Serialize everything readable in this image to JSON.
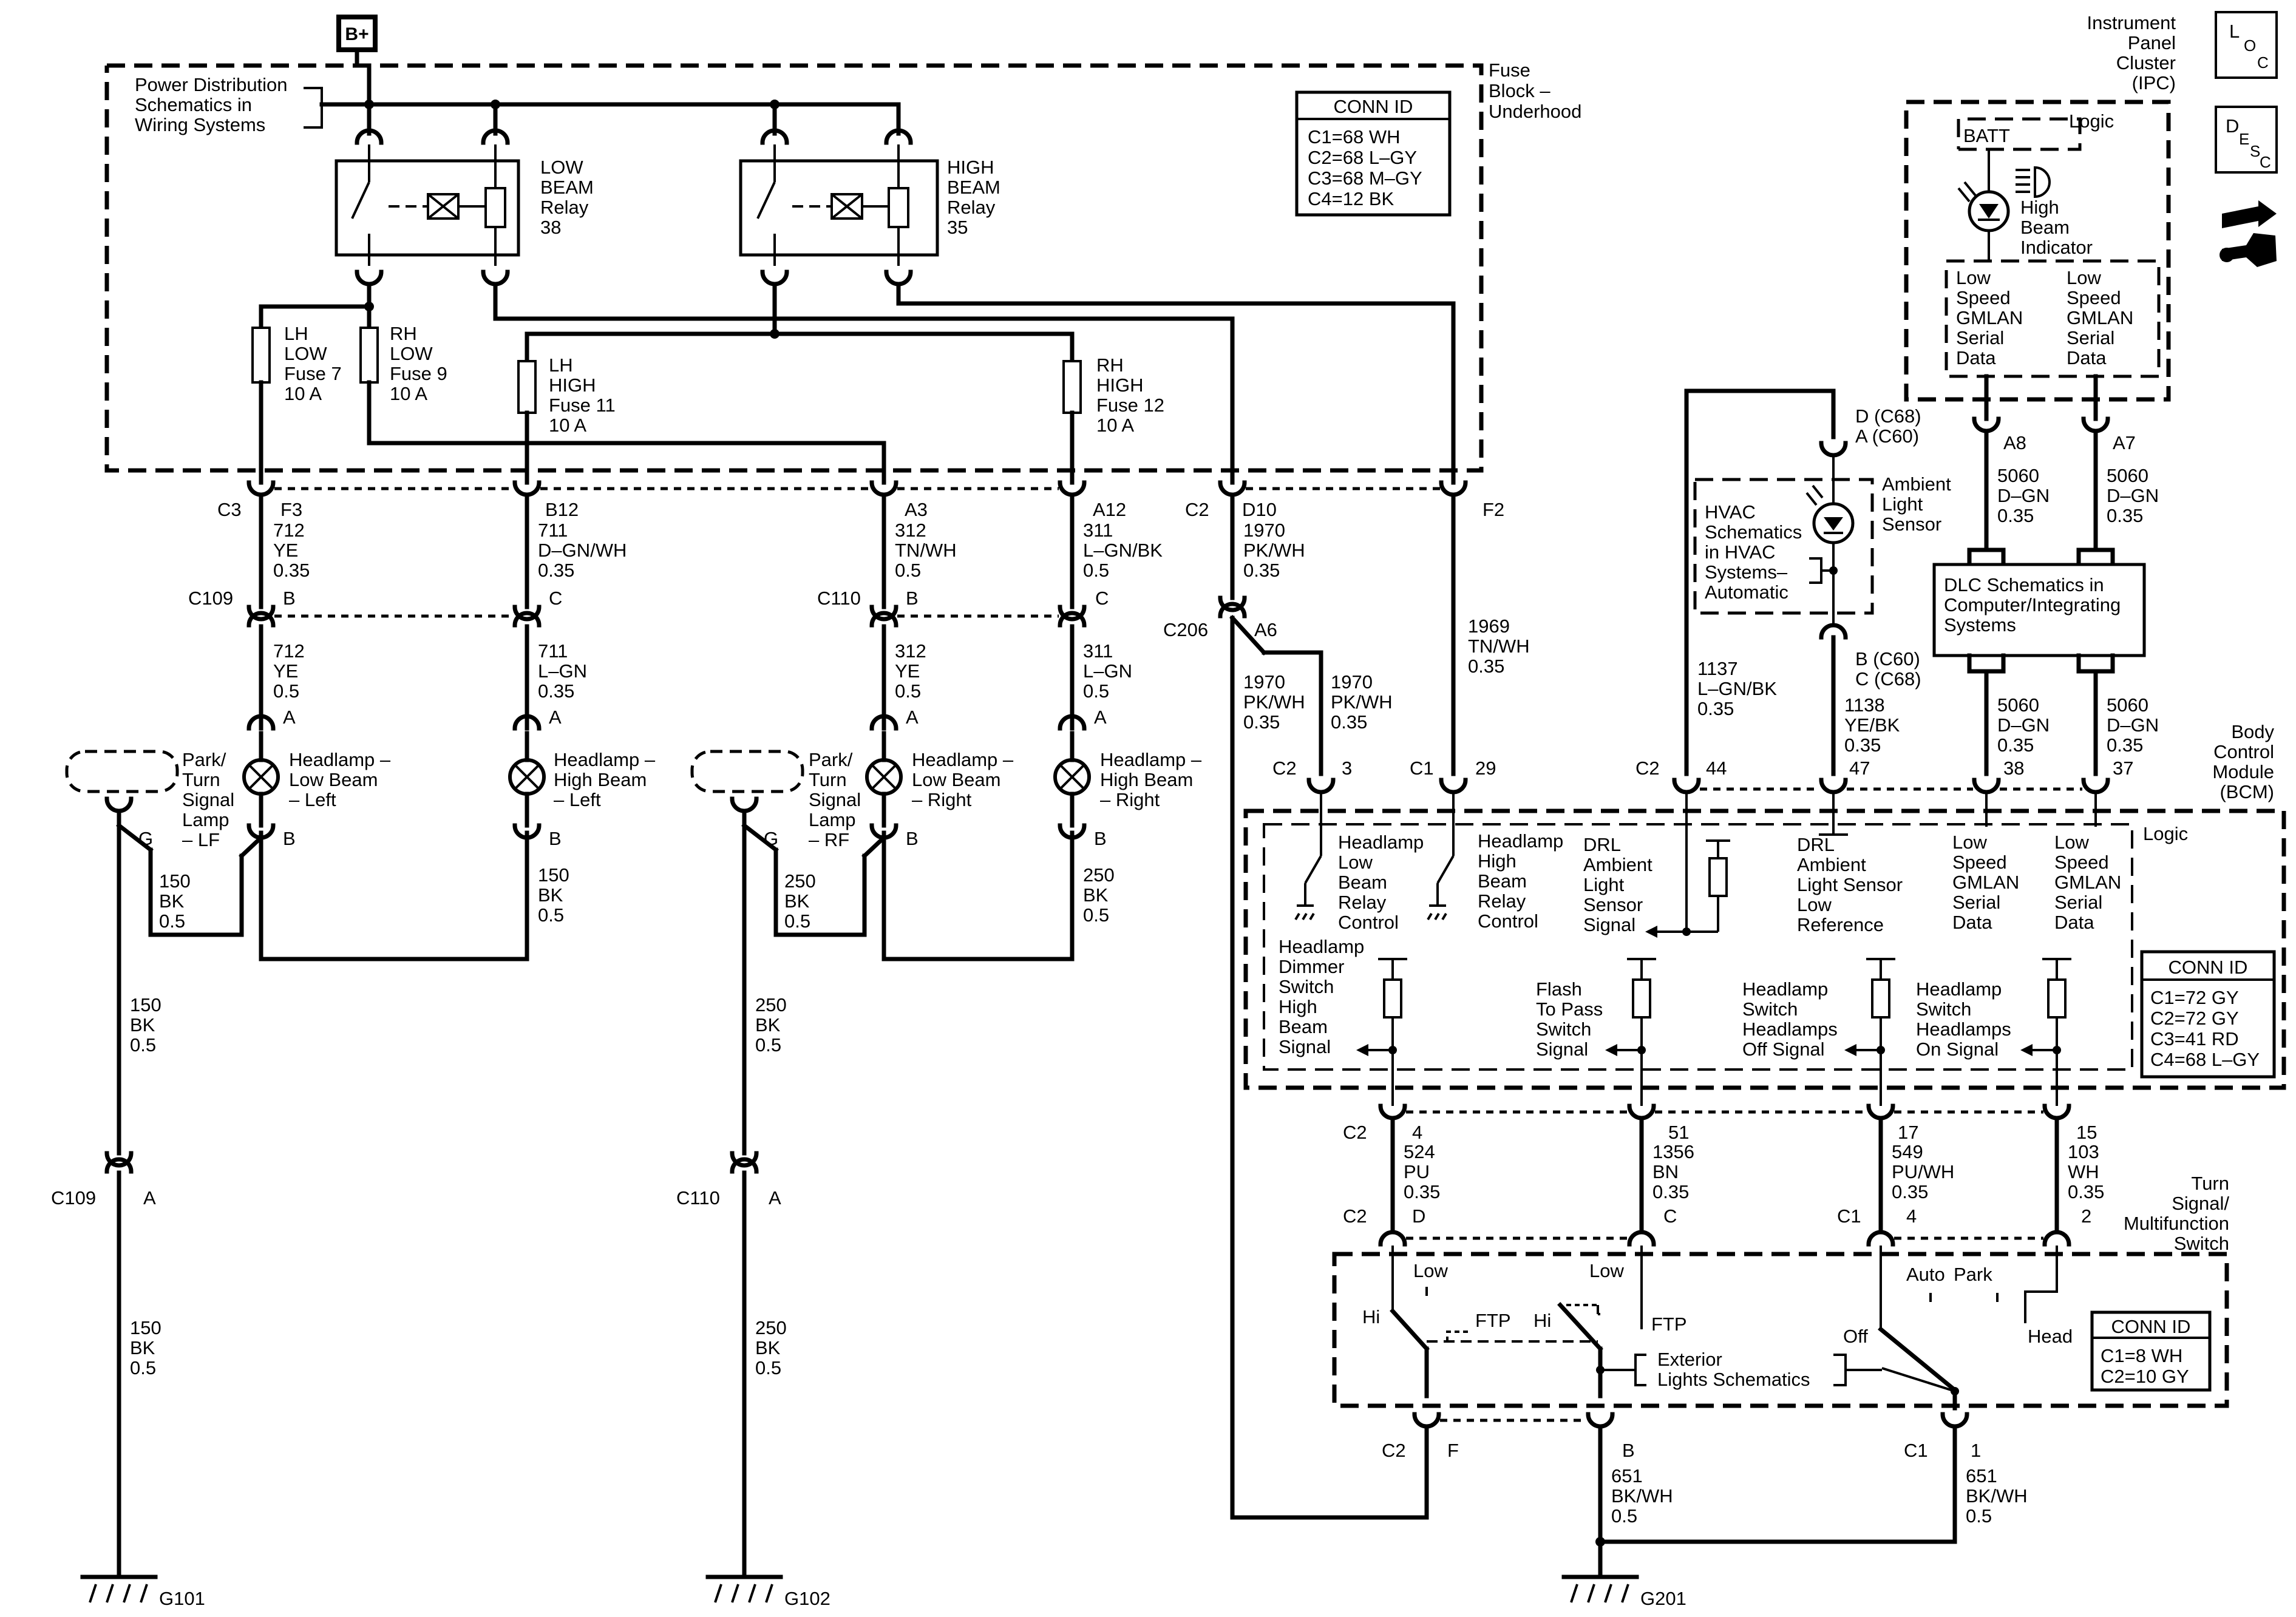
{
  "top": {
    "b_plus": "B+",
    "power_dist": [
      "Power Distribution",
      "Schematics in",
      "Wiring Systems"
    ],
    "fuse_block": [
      "Fuse",
      "Block –",
      "Underhood"
    ]
  },
  "relays": {
    "low": [
      "LOW",
      "BEAM",
      "Relay",
      "38"
    ],
    "high": [
      "HIGH",
      "BEAM",
      "Relay",
      "35"
    ]
  },
  "fuses": {
    "f7": [
      "LH",
      "LOW",
      "Fuse 7",
      "10 A"
    ],
    "f9": [
      "RH",
      "LOW",
      "Fuse 9",
      "10 A"
    ],
    "f11": [
      "LH",
      "HIGH",
      "Fuse 11",
      "10 A"
    ],
    "f12": [
      "RH",
      "HIGH",
      "Fuse 12",
      "10 A"
    ]
  },
  "conn_fuse_block": {
    "title": "CONN ID",
    "rows": [
      "C1=68 WH",
      "C2=68 L–GY",
      "C3=68 M–GY",
      "C4=12 BK"
    ]
  },
  "conn_bcm": {
    "title": "CONN ID",
    "rows": [
      "C1=72 GY",
      "C2=72 GY",
      "C3=41 RD",
      "C4=68 L–GY"
    ]
  },
  "conn_switch": {
    "title": "CONN ID",
    "rows": [
      "C1=8 WH",
      "C2=10 GY"
    ]
  },
  "fb_pins": {
    "c3": "C3",
    "f3": "F3",
    "b12": "B12",
    "a3": "A3",
    "a12": "A12",
    "c2": "C2",
    "d10": "D10",
    "f2": "F2"
  },
  "wires_upper": {
    "w712": [
      "712",
      "YE",
      "0.35"
    ],
    "w711": [
      "711",
      "D–GN/WH",
      "0.35"
    ],
    "w312": [
      "312",
      "TN/WH",
      "0.5"
    ],
    "w311": [
      "311",
      "L–GN/BK",
      "0.5"
    ],
    "w1970": [
      "1970",
      "PK/WH",
      "0.35"
    ],
    "w1969": [
      "1969",
      "TN/WH",
      "0.35"
    ]
  },
  "c109_labels": {
    "c109": "C109",
    "b": "B",
    "c": "C"
  },
  "c110_labels": {
    "c110": "C110",
    "b": "B",
    "c": "C"
  },
  "wires_mid": {
    "w712": [
      "712",
      "YE",
      "0.5"
    ],
    "w711": [
      "711",
      "L–GN",
      "0.35"
    ],
    "w312": [
      "312",
      "YE",
      "0.5"
    ],
    "w311": [
      "311",
      "L–GN",
      "0.5"
    ],
    "w1970a": [
      "1970",
      "PK/WH",
      "0.35"
    ],
    "w1970b": [
      "1970",
      "PK/WH",
      "0.35"
    ]
  },
  "c206": {
    "label": "C206",
    "pin": "A6"
  },
  "lamps": {
    "park_lf": [
      "Park/",
      "Turn",
      "Signal",
      "Lamp",
      "– LF"
    ],
    "park_rf": [
      "Park/",
      "Turn",
      "Signal",
      "Lamp",
      "– RF"
    ],
    "low_left": [
      "Headlamp –",
      "Low Beam",
      "– Left"
    ],
    "high_left": [
      "Headlamp –",
      "High Beam",
      "– Left"
    ],
    "low_right": [
      "Headlamp –",
      "Low Beam",
      "– Right"
    ],
    "high_right": [
      "Headlamp –",
      "High Beam",
      "– Right"
    ]
  },
  "lamp_pins": {
    "a": "A",
    "b": "B",
    "g": "G"
  },
  "ground_wires": {
    "w150": [
      "150",
      "BK",
      "0.5"
    ],
    "w250": [
      "250",
      "BK",
      "0.5"
    ]
  },
  "ground_conn": {
    "c109": "C109",
    "c110": "C110",
    "a": "A"
  },
  "grounds": {
    "g101": "G101",
    "g102": "G102",
    "g201": "G201"
  },
  "ipc": {
    "title": [
      "Instrument",
      "Panel",
      "Cluster",
      "(IPC)"
    ],
    "logic": "Logic",
    "batt": "BATT",
    "indicator": [
      "High",
      "Beam",
      "Indicator"
    ],
    "gmlan": [
      "Low",
      "Speed",
      "GMLAN",
      "Serial",
      "Data"
    ]
  },
  "ipc_pins": {
    "a8": "A8",
    "a7": "A7"
  },
  "gmlan_wires": [
    "5060",
    "D–GN",
    "0.35"
  ],
  "ambient": {
    "pins_top": [
      "D (C68)",
      "A (C60)"
    ],
    "pins_bottom": [
      "B (C60)",
      "C (C68)"
    ],
    "sensor": [
      "Ambient",
      "Light",
      "Sensor"
    ],
    "hvac": [
      "HVAC",
      "Schematics",
      "in HVAC",
      "Systems–",
      "Automatic"
    ]
  },
  "dlc": [
    "DLC Schematics in",
    "Computer/Integrating",
    "Systems"
  ],
  "wires_bcm_top": {
    "w1137": [
      "1137",
      "L–GN/BK",
      "0.35"
    ],
    "w1138": [
      "1138",
      "YE/BK",
      "0.35"
    ]
  },
  "bcm_pins_top": {
    "c2_3": [
      "C2",
      "3"
    ],
    "c1_29": [
      "C1",
      "29"
    ],
    "c2_44": [
      "C2",
      "44"
    ],
    "p47": "47",
    "p38": "38",
    "p37": "37"
  },
  "bcm": {
    "title": [
      "Body",
      "Control",
      "Module",
      "(BCM)"
    ],
    "logic": "Logic",
    "low_relay": [
      "Headlamp",
      "Low",
      "Beam",
      "Relay",
      "Control"
    ],
    "high_relay": [
      "Headlamp",
      "High",
      "Beam",
      "Relay",
      "Control"
    ],
    "drl_signal": [
      "DRL",
      "Ambient",
      "Light",
      "Sensor",
      "Signal"
    ],
    "drl_low_ref": [
      "DRL",
      "Ambient",
      "Light Sensor",
      "Low",
      "Reference"
    ],
    "gmlan1": [
      "Low",
      "Speed",
      "GMLAN",
      "Serial",
      "Data"
    ],
    "gmlan2": [
      "Low",
      "Speed",
      "GMLAN",
      "Serial",
      "Data"
    ],
    "dimmer": [
      "Headlamp",
      "Dimmer",
      "Switch",
      "High",
      "Beam",
      "Signal"
    ],
    "flash": [
      "Flash",
      "To Pass",
      "Switch",
      "Signal"
    ],
    "off_sig": [
      "Headlamp",
      "Switch",
      "Headlamps",
      "Off Signal"
    ],
    "on_sig": [
      "Headlamp",
      "Switch",
      "Headlamps",
      "On Signal"
    ]
  },
  "bcm_pins_bottom": {
    "c2": "C2",
    "p4": "4",
    "p51": "51",
    "p17": "17",
    "p15": "15"
  },
  "wires_lower": {
    "w524": [
      "524",
      "PU",
      "0.35"
    ],
    "w1356": [
      "1356",
      "BN",
      "0.35"
    ],
    "w549": [
      "549",
      "PU/WH",
      "0.35"
    ],
    "w103": [
      "103",
      "WH",
      "0.35"
    ]
  },
  "switch_pins_top": {
    "c2": "C2",
    "d": "D",
    "c": "C",
    "c1": "C1",
    "p4": "4",
    "p2": "2"
  },
  "switch": {
    "title": [
      "Turn",
      "Signal/",
      "Multifunction",
      "Switch"
    ],
    "low": "Low",
    "hi": "Hi",
    "ftp": "FTP",
    "auto": "Auto",
    "park": "Park",
    "off": "Off",
    "head": "Head",
    "exterior": [
      "Exterior",
      "Lights Schematics"
    ]
  },
  "switch_pins_bottom": {
    "c2": "C2",
    "f": "F",
    "b": "B",
    "c1": "C1",
    "p1": "1"
  },
  "wires_ground": [
    "651",
    "BK/WH",
    "0.5"
  ],
  "side_icons": {
    "loc": [
      "L",
      "O",
      "C"
    ],
    "desc": [
      "D",
      "E",
      "S",
      "C"
    ]
  }
}
